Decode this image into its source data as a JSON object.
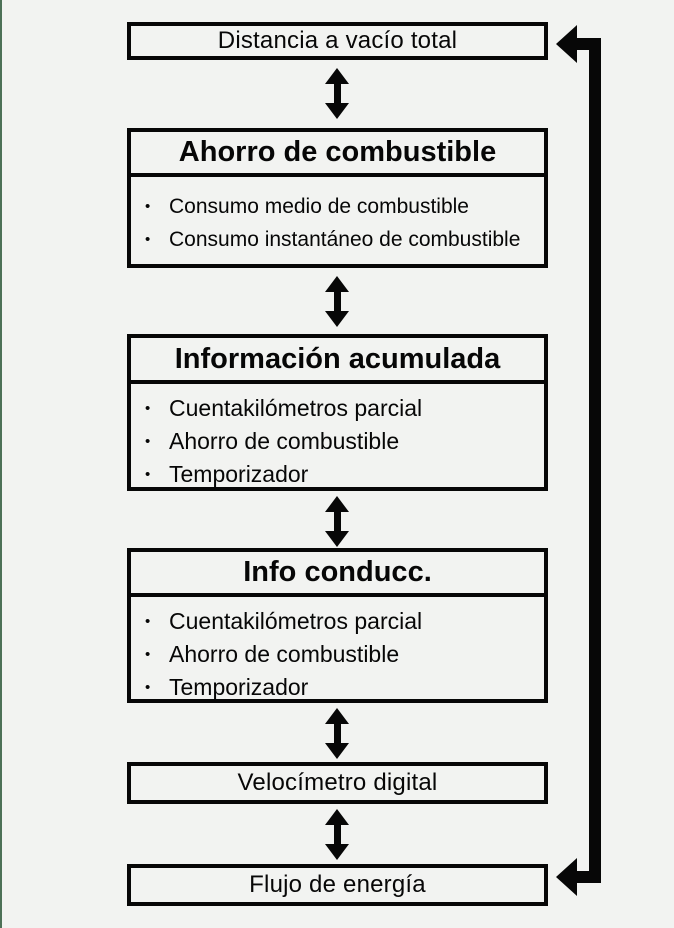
{
  "diagram": {
    "boxes": [
      {
        "title": "Distancia a vacío total",
        "items": []
      },
      {
        "title": "Ahorro de combustible",
        "items": [
          "Consumo medio de combustible",
          "Consumo instantáneo de combustible"
        ]
      },
      {
        "title": "Información acumulada",
        "items": [
          "Cuentakilómetros parcial",
          "Ahorro de combustible",
          "Temporizador"
        ]
      },
      {
        "title": "Info conducc.",
        "items": [
          "Cuentakilómetros parcial",
          "Ahorro de combustible",
          "Temporizador"
        ]
      },
      {
        "title": "Velocímetro digital",
        "items": []
      },
      {
        "title": "Flujo de energía",
        "items": []
      }
    ],
    "bullet_glyph": "•",
    "colors": {
      "background": "#f2f3f1",
      "ink": "#070707",
      "left_edge_line": "#4d7157"
    }
  }
}
